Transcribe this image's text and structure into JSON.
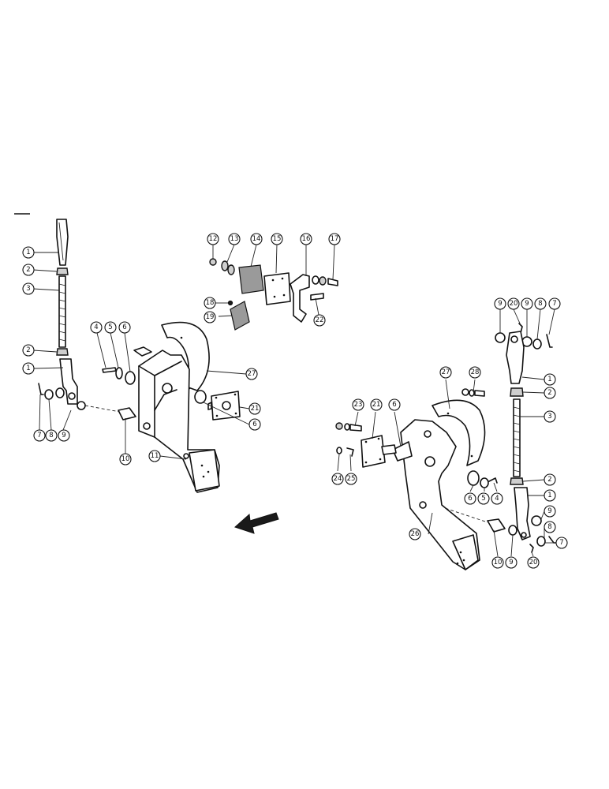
{
  "callouts": [
    {
      "id": "c-l-1a",
      "label": "1"
    },
    {
      "id": "c-l-2a",
      "label": "2"
    },
    {
      "id": "c-l-3",
      "label": "3"
    },
    {
      "id": "c-l-2b",
      "label": "2"
    },
    {
      "id": "c-l-1b",
      "label": "1"
    },
    {
      "id": "c-l-7",
      "label": "7"
    },
    {
      "id": "c-l-8",
      "label": "8"
    },
    {
      "id": "c-l-9",
      "label": "9"
    },
    {
      "id": "c-l-4",
      "label": "4"
    },
    {
      "id": "c-l-5",
      "label": "5"
    },
    {
      "id": "c-l-6a",
      "label": "6"
    },
    {
      "id": "c-l-10",
      "label": "10"
    },
    {
      "id": "c-l-11",
      "label": "11"
    },
    {
      "id": "c-l-27",
      "label": "27"
    },
    {
      "id": "c-l-6b",
      "label": "6"
    },
    {
      "id": "c-l-21",
      "label": "21"
    },
    {
      "id": "c-t-12",
      "label": "12"
    },
    {
      "id": "c-t-13",
      "label": "13"
    },
    {
      "id": "c-t-14",
      "label": "14"
    },
    {
      "id": "c-t-15",
      "label": "15"
    },
    {
      "id": "c-t-16",
      "label": "16"
    },
    {
      "id": "c-t-17",
      "label": "17"
    },
    {
      "id": "c-t-18",
      "label": "18"
    },
    {
      "id": "c-t-19",
      "label": "19"
    },
    {
      "id": "c-t-22",
      "label": "22"
    },
    {
      "id": "c-r-9a",
      "label": "9"
    },
    {
      "id": "c-r-20a",
      "label": "20"
    },
    {
      "id": "c-r-9b",
      "label": "9"
    },
    {
      "id": "c-r-8a",
      "label": "8"
    },
    {
      "id": "c-r-7a",
      "label": "7"
    },
    {
      "id": "c-r-1a",
      "label": "1"
    },
    {
      "id": "c-r-2a",
      "label": "2"
    },
    {
      "id": "c-r-3",
      "label": "3"
    },
    {
      "id": "c-r-27",
      "label": "27"
    },
    {
      "id": "c-r-28",
      "label": "28"
    },
    {
      "id": "c-r-23",
      "label": "23"
    },
    {
      "id": "c-r-21",
      "label": "21"
    },
    {
      "id": "c-r-6a",
      "label": "6"
    },
    {
      "id": "c-r-24",
      "label": "24"
    },
    {
      "id": "c-r-25",
      "label": "25"
    },
    {
      "id": "c-r-6b",
      "label": "6"
    },
    {
      "id": "c-r-5",
      "label": "5"
    },
    {
      "id": "c-r-4",
      "label": "4"
    },
    {
      "id": "c-r-2b",
      "label": "2"
    },
    {
      "id": "c-r-1b",
      "label": "1"
    },
    {
      "id": "c-r-9c",
      "label": "9"
    },
    {
      "id": "c-r-8b",
      "label": "8"
    },
    {
      "id": "c-r-7b",
      "label": "7"
    },
    {
      "id": "c-r-26",
      "label": "26"
    },
    {
      "id": "c-r-10",
      "label": "10"
    },
    {
      "id": "c-r-9d",
      "label": "9"
    },
    {
      "id": "c-r-20b",
      "label": "20"
    }
  ],
  "direction_arrow": "arrow-icon"
}
